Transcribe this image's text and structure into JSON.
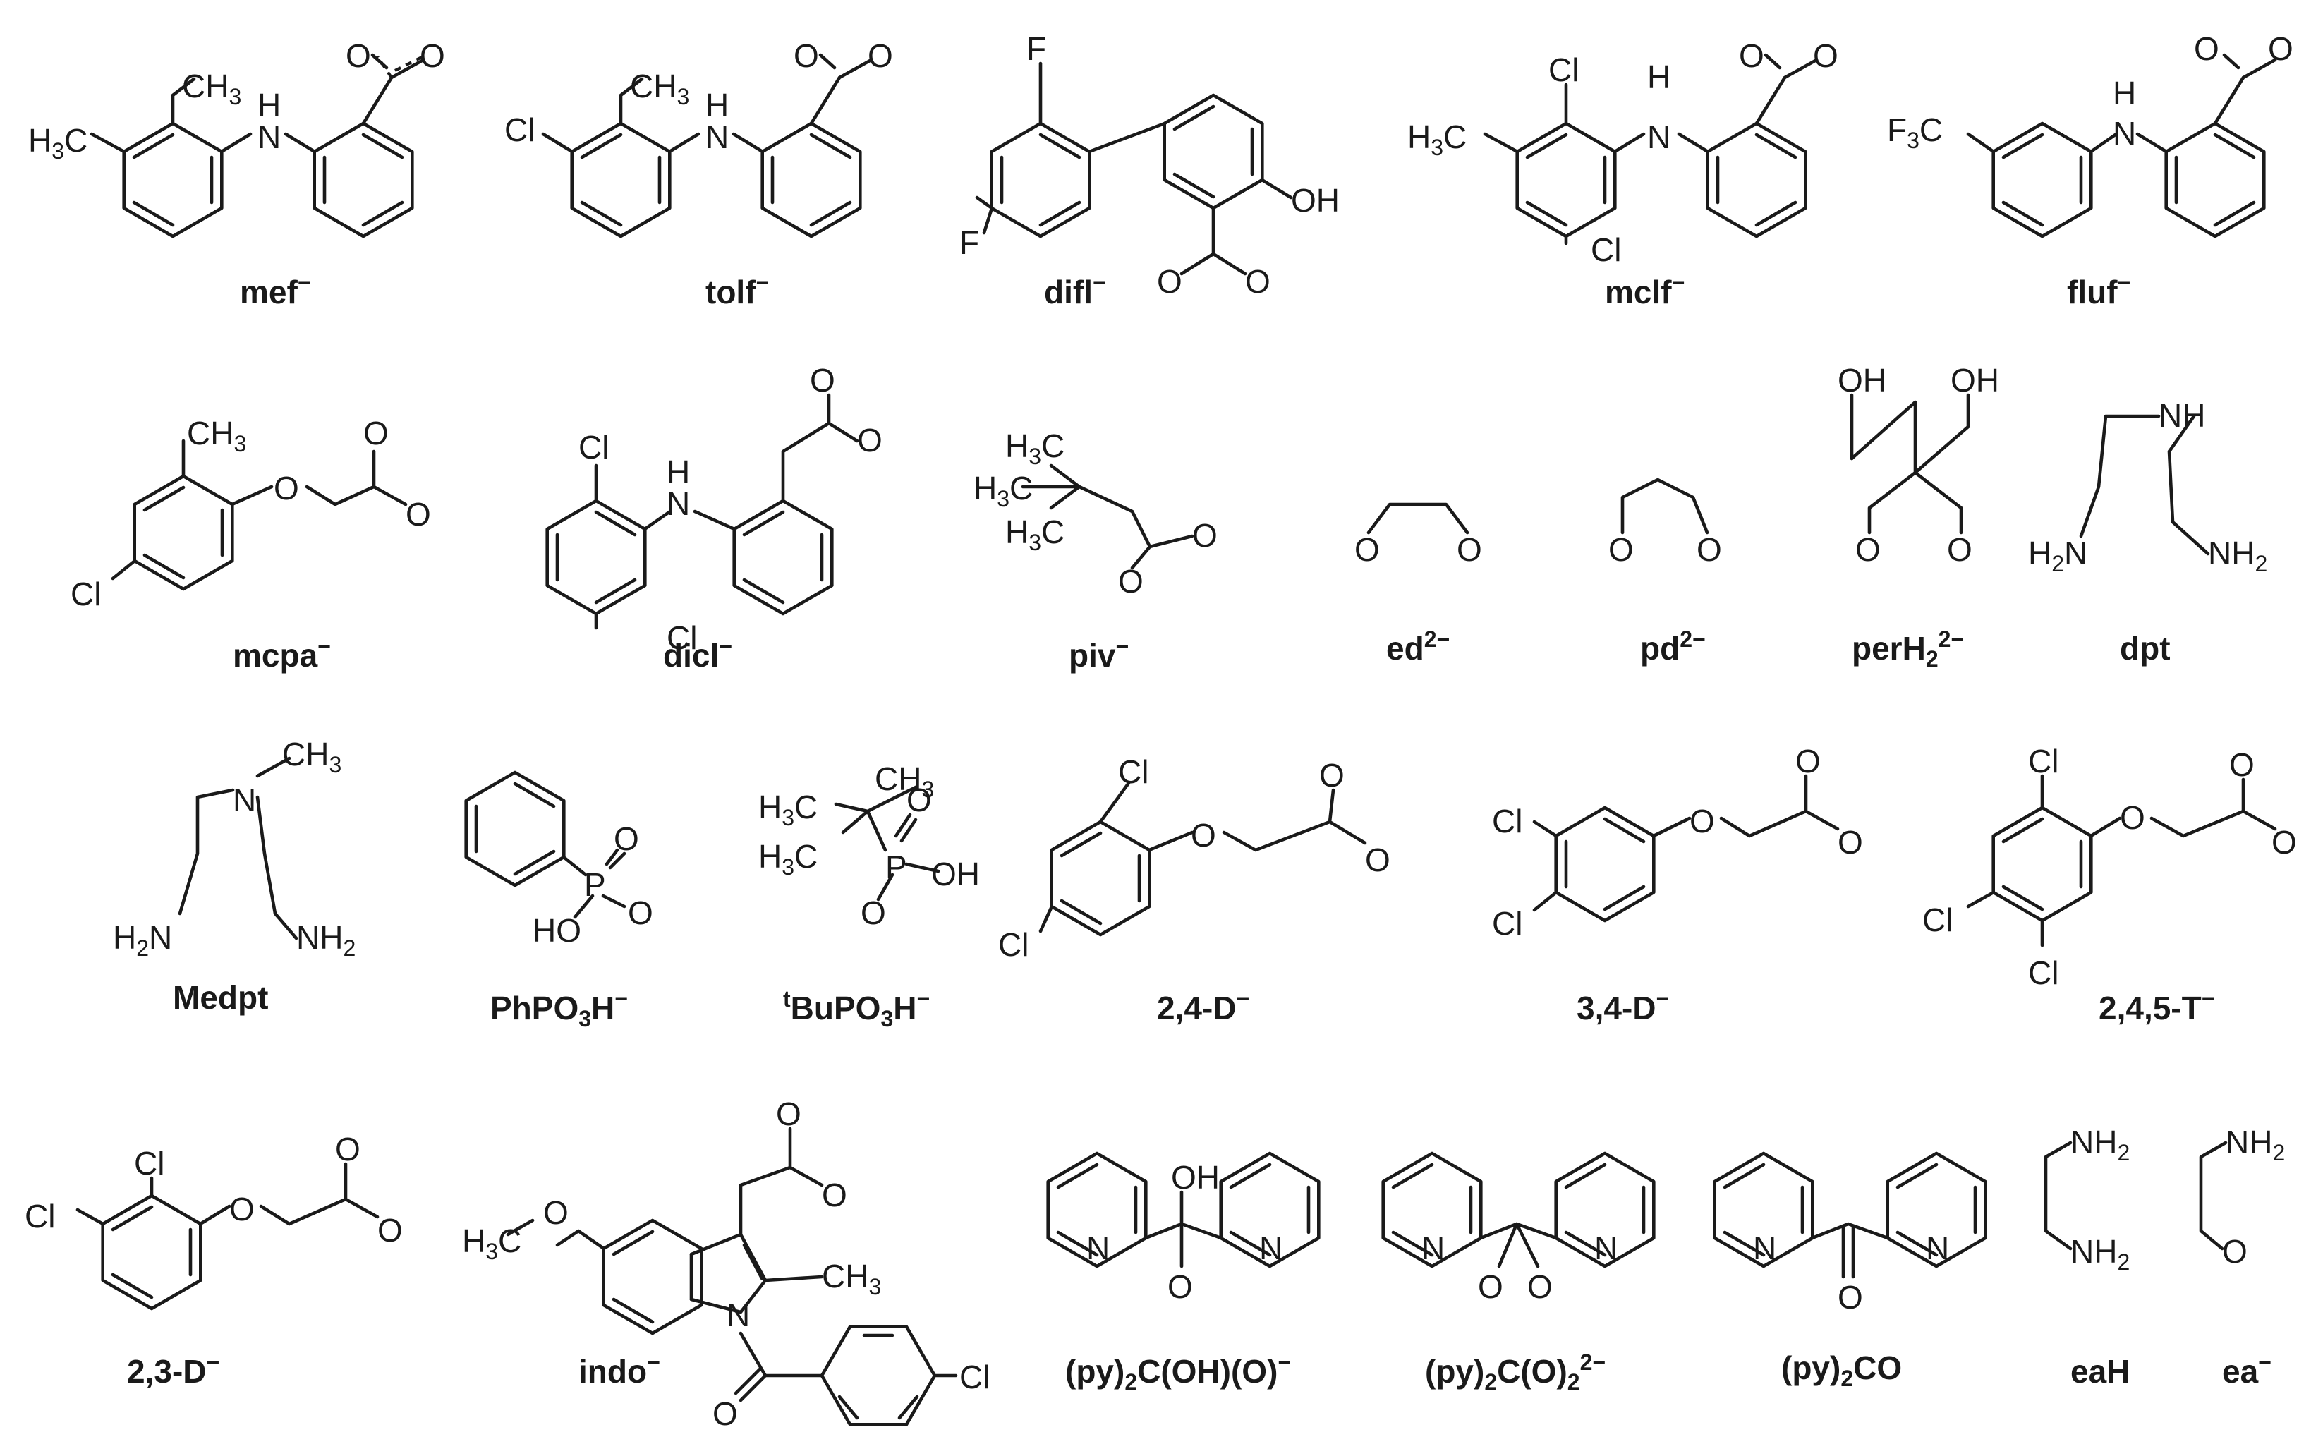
{
  "compounds": [
    {
      "id": "mef",
      "label": "mef",
      "charge": "−"
    },
    {
      "id": "tolf",
      "label": "tolf",
      "charge": "−"
    },
    {
      "id": "difl",
      "label": "difl",
      "charge": "−"
    },
    {
      "id": "mclf",
      "label": "mclf",
      "charge": "−"
    },
    {
      "id": "fluf",
      "label": "fluf",
      "charge": "−"
    },
    {
      "id": "mcpa",
      "label": "mcpa",
      "charge": "−"
    },
    {
      "id": "dicl",
      "label": "dicl",
      "charge": "−"
    },
    {
      "id": "piv",
      "label": "piv",
      "charge": "−"
    },
    {
      "id": "ed",
      "label": "ed",
      "charge": "2−"
    },
    {
      "id": "pd",
      "label": "pd",
      "charge": "2−"
    },
    {
      "id": "perH2",
      "label": "perH",
      "sub": "2",
      "charge": "2−"
    },
    {
      "id": "dpt",
      "label": "dpt"
    },
    {
      "id": "Medpt",
      "label": "Medpt"
    },
    {
      "id": "PhPO3H",
      "label": "PhPO",
      "sub": "3",
      "tail": "H",
      "charge": "−"
    },
    {
      "id": "tBuPO3H",
      "pre": "t",
      "label": "BuPO",
      "sub": "3",
      "tail": "H",
      "charge": "−"
    },
    {
      "id": "24D",
      "label": "2,4-D",
      "charge": "−"
    },
    {
      "id": "34D",
      "label": "3,4-D",
      "charge": "−"
    },
    {
      "id": "245T",
      "label": "2,4,5-T",
      "charge": "−"
    },
    {
      "id": "23D",
      "label": "2,3-D",
      "charge": "−"
    },
    {
      "id": "indo",
      "label": "indo",
      "charge": "−"
    },
    {
      "id": "py2COHO",
      "label": "(py)",
      "sub": "2",
      "tail": "C(OH)(O)",
      "charge": "−"
    },
    {
      "id": "py2CO2",
      "label": "(py)",
      "sub": "2",
      "tail": "C(O)",
      "sub2": "2",
      "charge": "2−"
    },
    {
      "id": "py2CO",
      "label": "(py)",
      "sub": "2",
      "tail": "CO"
    },
    {
      "id": "eaH",
      "label": "eaH"
    },
    {
      "id": "ea",
      "label": "ea",
      "charge": "−"
    }
  ],
  "atoms": {
    "o": "O",
    "oh": "OH",
    "n": "N",
    "h": "H",
    "nh": "NH",
    "cl": "Cl",
    "f": "F",
    "p": "P",
    "c": "C",
    "h3": "H",
    "three": "3",
    "ch": "CH",
    "two": "2",
    "nh2": "NH",
    "h2": "H",
    "f3": "F"
  }
}
